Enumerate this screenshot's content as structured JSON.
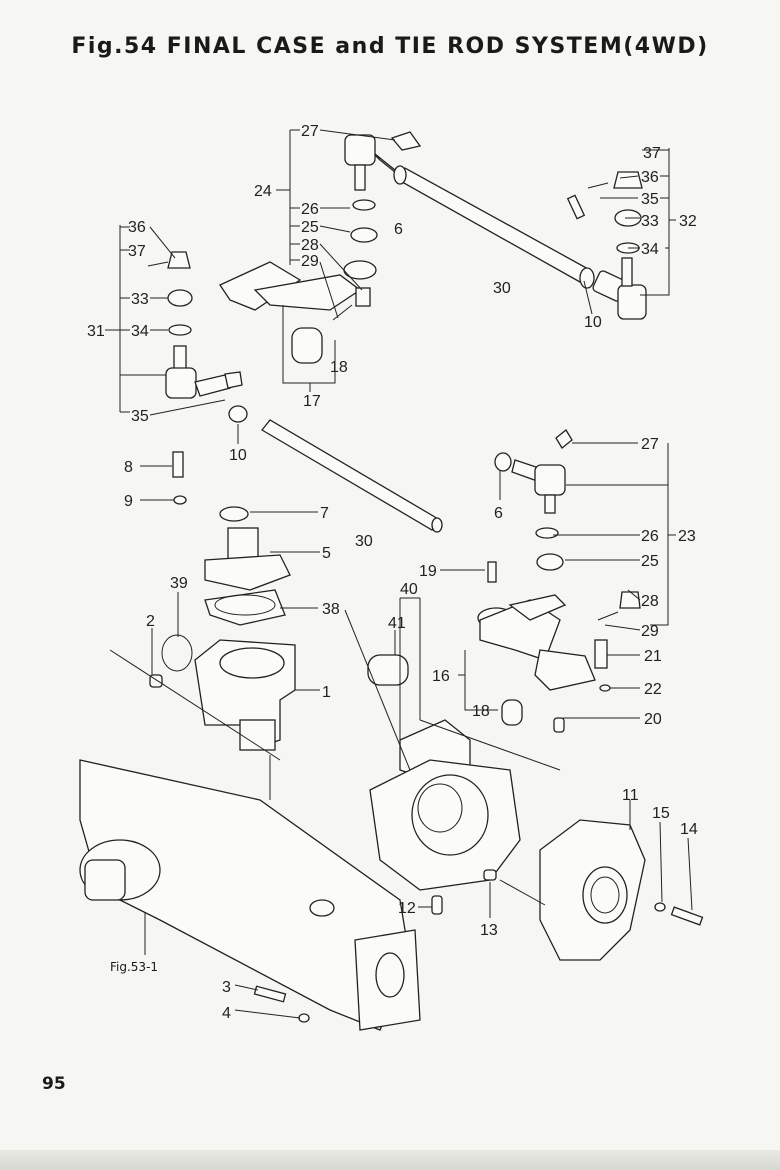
{
  "title": "Fig.54  FINAL CASE and TIE ROD SYSTEM(4WD)",
  "page_number": "95",
  "figure_reference": "Fig.53-1",
  "callouts": [
    "1",
    "2",
    "3",
    "4",
    "5",
    "6",
    "6",
    "7",
    "8",
    "9",
    "10",
    "10",
    "11",
    "12",
    "13",
    "14",
    "15",
    "16",
    "17",
    "18",
    "18",
    "19",
    "20",
    "21",
    "22",
    "23",
    "24",
    "25",
    "25",
    "26",
    "26",
    "27",
    "27",
    "28",
    "28",
    "29",
    "29",
    "30",
    "30",
    "31",
    "32",
    "33",
    "33",
    "34",
    "34",
    "35",
    "35",
    "36",
    "36",
    "37",
    "37",
    "38",
    "39",
    "40",
    "41"
  ]
}
